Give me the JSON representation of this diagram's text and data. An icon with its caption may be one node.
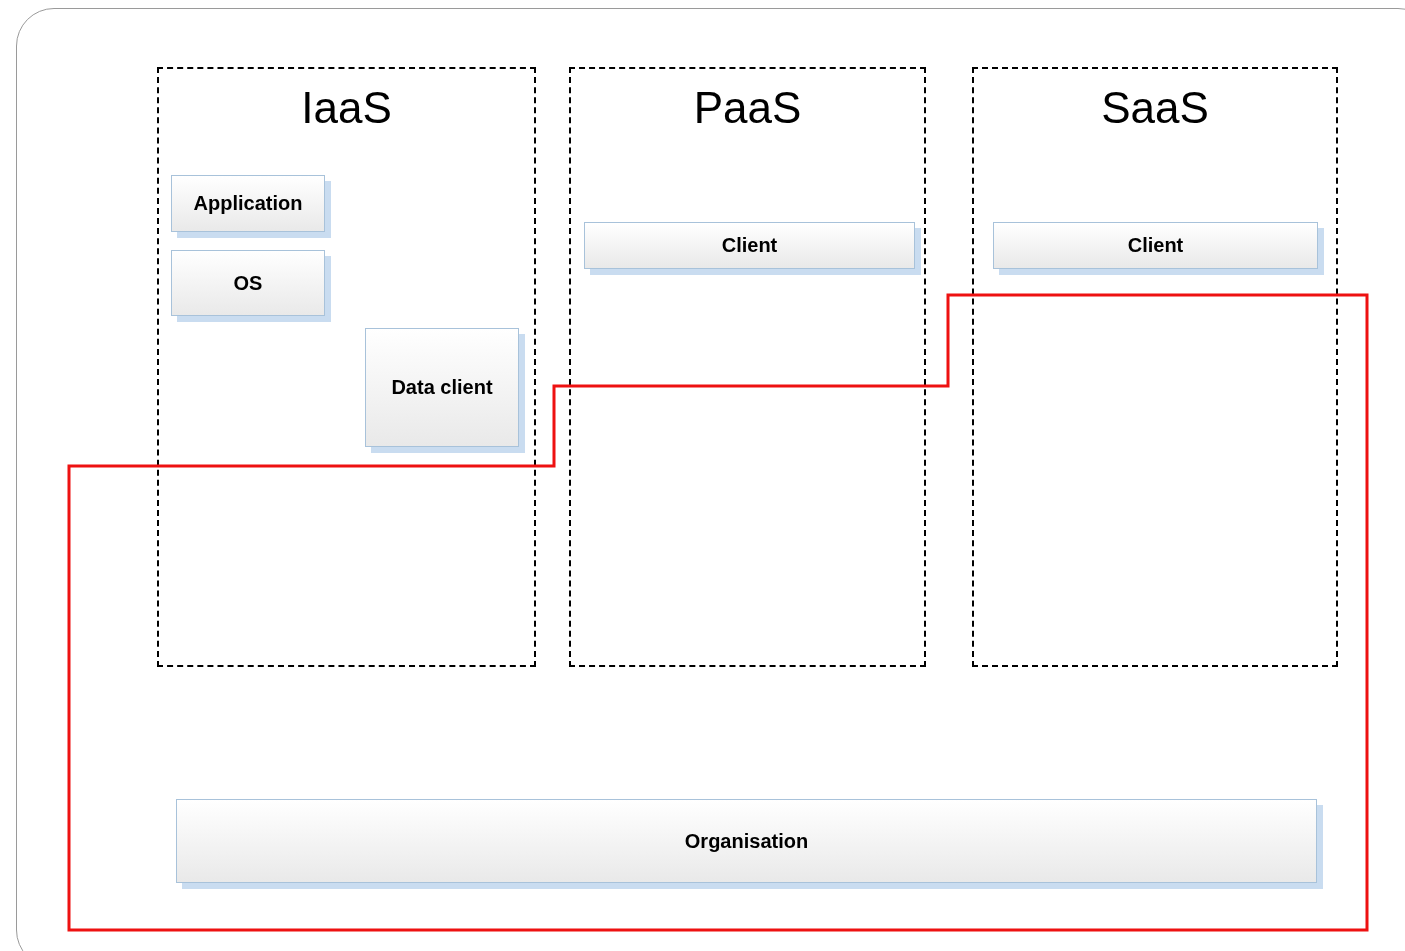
{
  "diagram": {
    "nodes": [
      {
        "text": [
          "IaaS"
        ]
      },
      {
        "text": [
          "Application"
        ],
        "in": 0
      },
      {
        "text": [
          "OS"
        ],
        "in": 0
      },
      {
        "text": [
          "Data client"
        ],
        "in": 0
      },
      {
        "text": [
          "PaaS"
        ]
      },
      {
        "text": [
          "Client"
        ],
        "in": 4
      },
      {
        "text": [
          "SaaS"
        ]
      },
      {
        "text": [
          "Client"
        ],
        "in": 6
      },
      {
        "text": [
          "Organisation"
        ]
      }
    ]
  }
}
